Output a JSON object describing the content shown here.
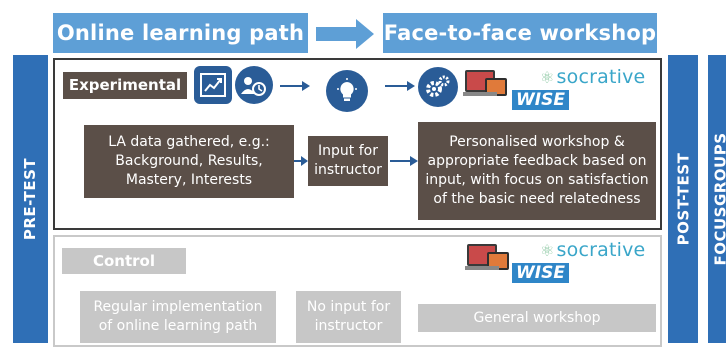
{
  "header": {
    "online": "Online learning path",
    "face": "Face-to-face workshop"
  },
  "side": {
    "pre": "PRE-TEST",
    "post": "POST-TEST",
    "focus": "FOCUSGROUPS"
  },
  "experimental": {
    "title": "Experimental",
    "la_data": "LA data gathered, e.g.:\nBackground, Results,\nMastery, Interests",
    "input": "Input for\ninstructor",
    "workshop": "Personalised workshop &\nappropriate feedback based on\ninput, with focus on satisfaction\nof the basic need relatedness",
    "socrative": "socrative",
    "wise": "WISE"
  },
  "control": {
    "title": "Control",
    "regular": "Regular implementation\nof online learning path",
    "no_input": "No input for\ninstructor",
    "general": "General workshop",
    "socrative": "socrative",
    "wise": "WISE"
  },
  "colors": {
    "header_blue": "#5e9fd6",
    "side_blue": "#2f6fb6",
    "dark_box": "#5b4f48",
    "grey_box": "#c7c7c7",
    "icon_blue": "#2a5c97"
  },
  "icons": [
    "line-chart-icon",
    "user-clock-icon",
    "lightbulb-icon",
    "gears-icon",
    "devices-icon",
    "atom-icon"
  ]
}
